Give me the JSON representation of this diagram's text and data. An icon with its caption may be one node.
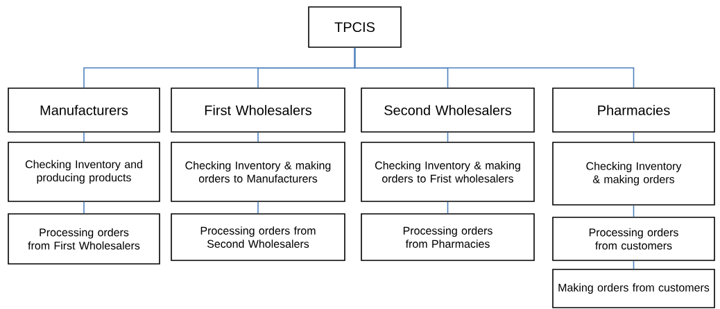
{
  "diagram": {
    "nodes": [
      {
        "text": [
          "TPCIS"
        ]
      },
      {
        "text": [
          "Manufacturers"
        ]
      },
      {
        "text": [
          "First Wholesalers"
        ]
      },
      {
        "text": [
          "Second Wholesalers"
        ]
      },
      {
        "text": [
          "Pharmacies"
        ]
      },
      {
        "text": [
          "Checking Inventory and producing products"
        ]
      },
      {
        "text": [
          "Processing orders from First Wholesalers"
        ]
      },
      {
        "text": [
          "Checking Inventory & making orders to Manufacturers"
        ]
      },
      {
        "text": [
          "Processing orders from Second Wholesalers"
        ]
      },
      {
        "text": [
          "Checking Inventory & making orders to Frist wholesalers"
        ]
      },
      {
        "text": [
          "Processing orders from Pharmacies"
        ]
      },
      {
        "text": [
          "Checking Inventory & making orders"
        ]
      },
      {
        "text": [
          "Processing orders from customers"
        ]
      },
      {
        "text": [
          "Making orders from customers"
        ]
      }
    ],
    "edges": [
      {
        "from": 0,
        "to": 1,
        "arrow": "none"
      },
      {
        "from": 0,
        "to": 2,
        "arrow": "none"
      },
      {
        "from": 0,
        "to": 3,
        "arrow": "none"
      },
      {
        "from": 0,
        "to": 4,
        "arrow": "none"
      },
      {
        "from": 1,
        "to": 5,
        "arrow": "none"
      },
      {
        "from": 5,
        "to": 6,
        "arrow": "none"
      },
      {
        "from": 2,
        "to": 7,
        "arrow": "none"
      },
      {
        "from": 7,
        "to": 8,
        "arrow": "none"
      },
      {
        "from": 3,
        "to": 9,
        "arrow": "none"
      },
      {
        "from": 9,
        "to": 10,
        "arrow": "none"
      },
      {
        "from": 4,
        "to": 11,
        "arrow": "none"
      },
      {
        "from": 11,
        "to": 12,
        "arrow": "none"
      },
      {
        "from": 12,
        "to": 13,
        "arrow": "none"
      }
    ]
  }
}
